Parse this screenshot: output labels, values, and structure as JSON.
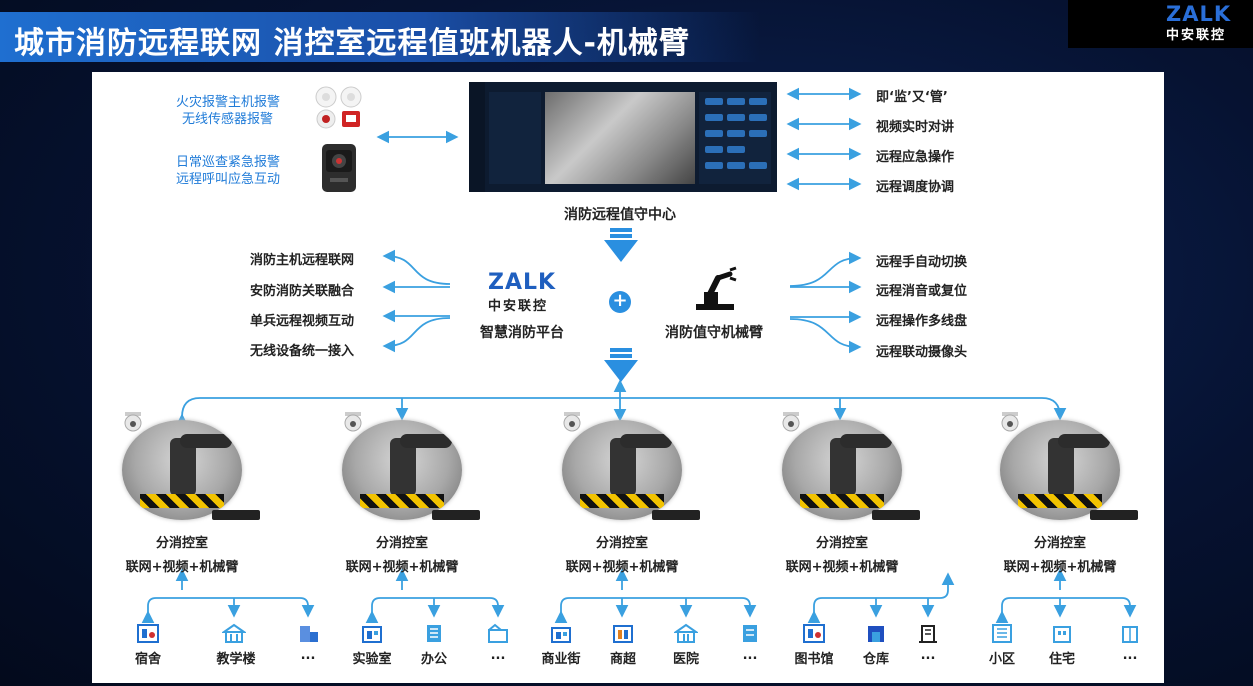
{
  "header": {
    "title": "城市消防远程联网 消控室远程值班机器人-机械臂",
    "logo_en": "ZALK",
    "logo_cn": "中安联控"
  },
  "top": {
    "left_labels": [
      "火灾报警主机报警",
      "无线传感器报警",
      "日常巡查紧急报警",
      "远程呼叫应急互动"
    ],
    "right_labels": [
      "即‘监’又‘管’",
      "视频实时对讲",
      "远程应急操作",
      "远程调度协调"
    ],
    "center_label": "消防远程值守中心"
  },
  "middle": {
    "left_labels": [
      "消防主机远程联网",
      "安防消防关联融合",
      "单兵远程视频互动",
      "无线设备统一接入"
    ],
    "platform_logo_en": "ZALK",
    "platform_logo_cn": "中安联控",
    "platform_label": "智慧消防平台",
    "plus": "+",
    "arm_label": "消防值守机械臂",
    "right_labels": [
      "远程手自动切换",
      "远程消音或复位",
      "远程操作多线盘",
      "远程联动摄像头"
    ]
  },
  "branches": [
    {
      "name": "分消控室",
      "desc": "联网+视频+机械臂",
      "buildings": [
        "宿舍",
        "教学楼",
        "..."
      ],
      "icons": [
        "dormitory-icon",
        "school-building-icon",
        "building-icon"
      ]
    },
    {
      "name": "分消控室",
      "desc": "联网+视频+机械臂",
      "buildings": [
        "实验室",
        "办公",
        "..."
      ],
      "icons": [
        "laboratory-icon",
        "office-icon",
        "building-icon"
      ]
    },
    {
      "name": "分消控室",
      "desc": "联网+视频+机械臂",
      "buildings": [
        "商业街",
        "商超",
        "医院",
        "..."
      ],
      "icons": [
        "commercial-street-icon",
        "supermarket-icon",
        "hospital-icon",
        "building-icon"
      ]
    },
    {
      "name": "分消控室",
      "desc": "联网+视频+机械臂",
      "buildings": [
        "图书馆",
        "仓库",
        "..."
      ],
      "icons": [
        "library-icon",
        "warehouse-icon",
        "building-icon"
      ]
    },
    {
      "name": "分消控室",
      "desc": "联网+视频+机械臂",
      "buildings": [
        "小区",
        "住宅",
        "..."
      ],
      "icons": [
        "residential-area-icon",
        "residence-icon",
        "building-icon"
      ]
    }
  ],
  "colors": {
    "accent": "#1f7bd8",
    "arrow": "#3aa0e0",
    "title_bar": "#1f6fd0",
    "background": "#06102a"
  }
}
